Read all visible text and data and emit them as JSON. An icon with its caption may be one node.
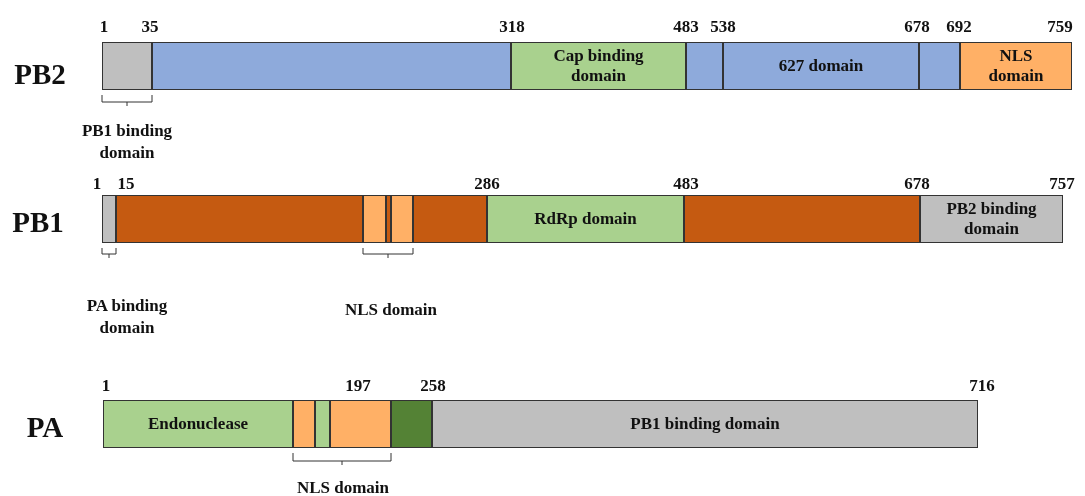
{
  "diagram": {
    "nodes": [
      {
        "text": [],
        "shape": "box"
      },
      {
        "text": [],
        "shape": "box"
      },
      {
        "text": [
          "Cap binding domain"
        ]
      },
      {
        "text": [],
        "shape": "box"
      },
      {
        "text": [
          "627 domain"
        ]
      },
      {
        "text": [],
        "shape": "box"
      },
      {
        "text": [
          "NLS domain"
        ]
      },
      {
        "text": [],
        "shape": "box"
      },
      {
        "text": [],
        "shape": "box"
      },
      {
        "text": [],
        "shape": "box"
      },
      {
        "text": [],
        "shape": "box"
      },
      {
        "text": [],
        "shape": "box"
      },
      {
        "text": [],
        "shape": "box"
      },
      {
        "text": [
          "RdRp domain"
        ]
      },
      {
        "text": [],
        "shape": "box"
      },
      {
        "text": [
          "PB2 binding domain"
        ]
      },
      {
        "text": [
          "Endonuclease"
        ]
      },
      {
        "text": [],
        "shape": "box"
      },
      {
        "text": [],
        "shape": "box"
      },
      {
        "text": [],
        "shape": "box"
      },
      {
        "text": [],
        "shape": "box"
      },
      {
        "text": [
          "PB1 binding domain"
        ]
      }
    ],
    "labels": [
      "1",
      "35",
      "318",
      "483",
      "538",
      "678",
      "692",
      "759",
      "PB2",
      "PB1 binding domain",
      "1",
      "15",
      "286",
      "483",
      "678",
      "757",
      "PB1",
      "PA binding domain",
      "NLS domain",
      "1",
      "197",
      "258",
      "716",
      "PA",
      "NLS domain"
    ]
  }
}
